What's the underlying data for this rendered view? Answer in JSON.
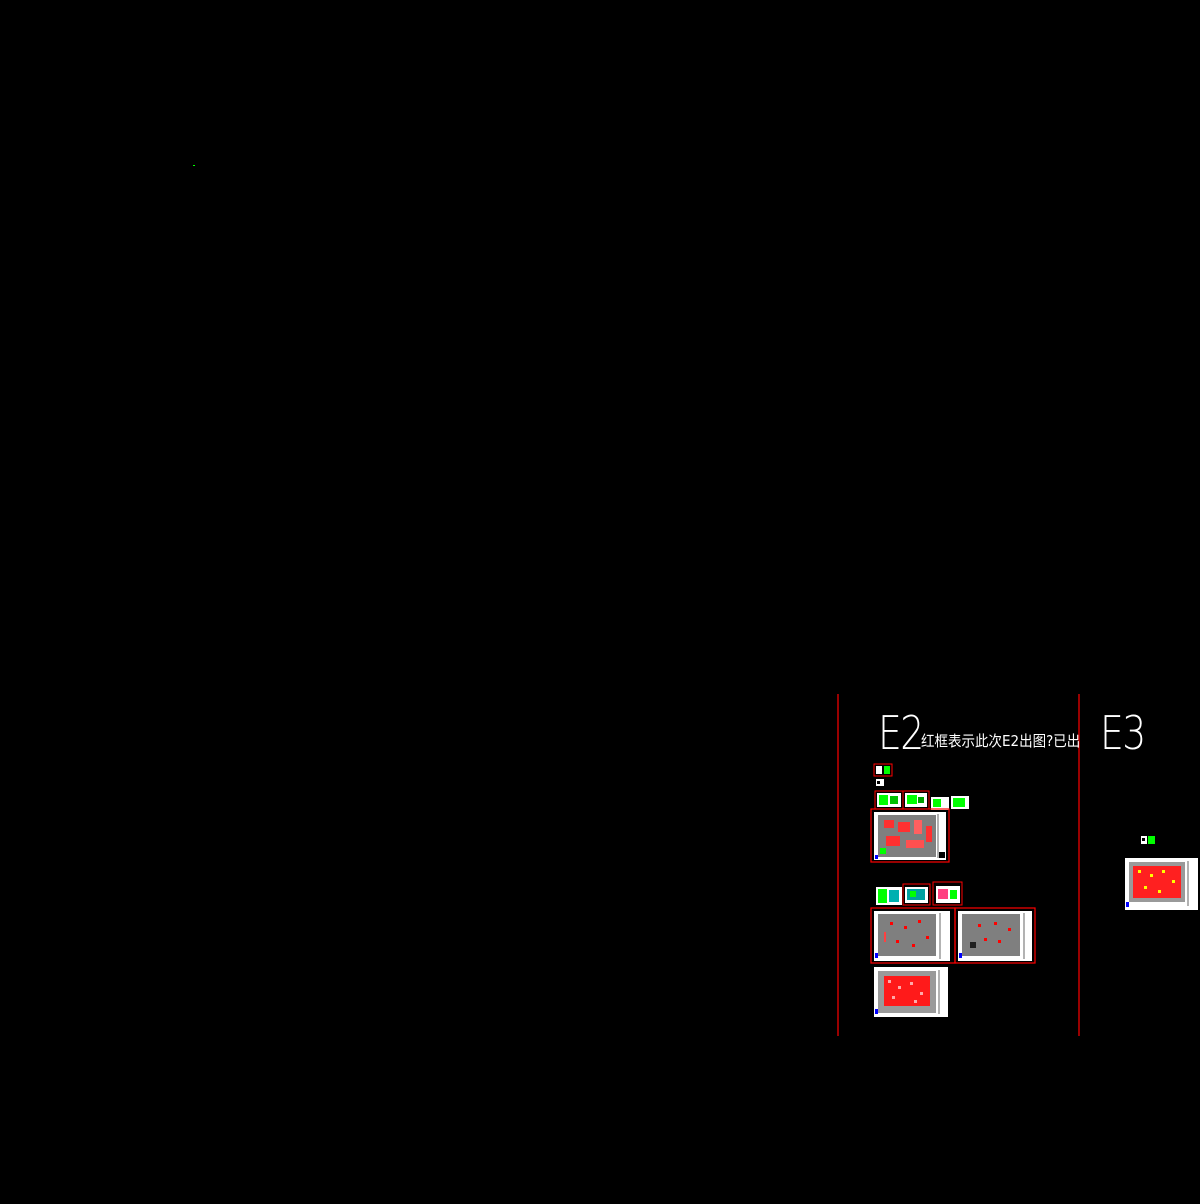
{
  "drawing": {
    "background": "#000000",
    "frame_color": "#ff0000",
    "text_color": "#ffffff",
    "fill_green": "#00ff00",
    "fill_gray": "#808080",
    "fill_red": "#ff0000"
  },
  "labels": {
    "e2": "E2",
    "note": "红框表示此次E2出图?已出",
    "e3": "E3"
  }
}
